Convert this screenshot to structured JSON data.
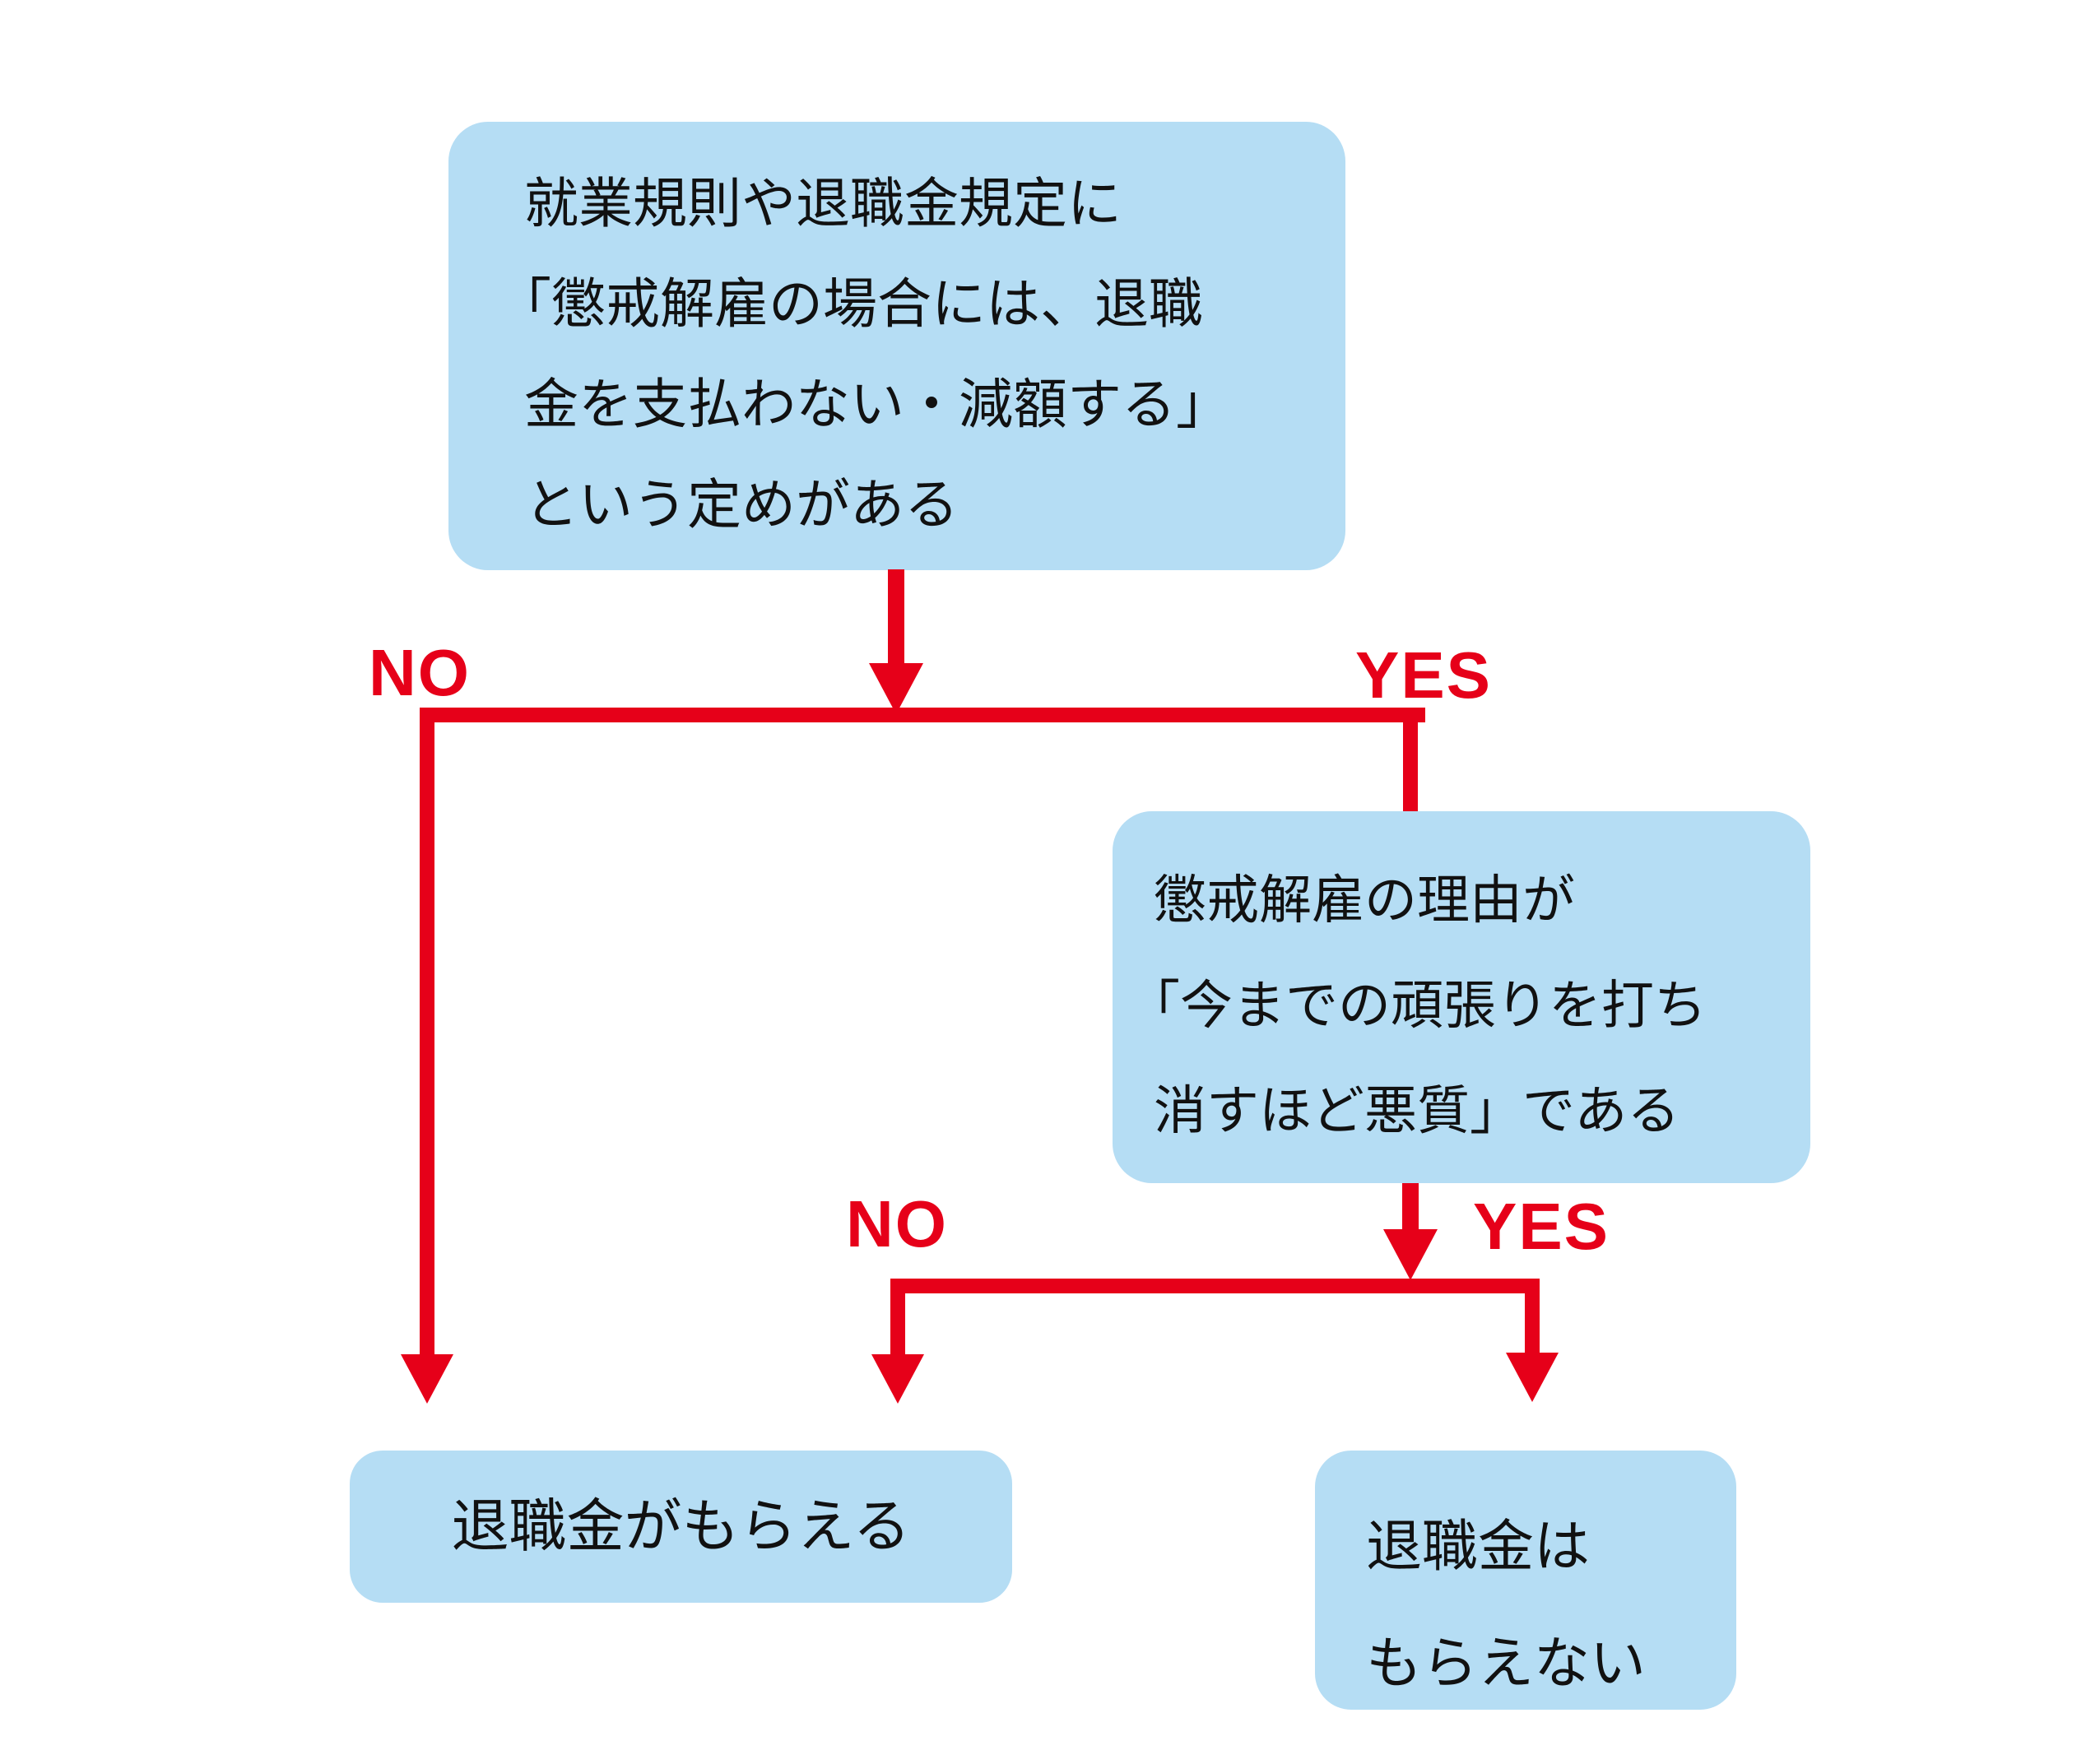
{
  "diagram": {
    "title_hint": "retirement-allowance-flowchart",
    "colors": {
      "box_fill": "#b5ddf4",
      "red": "#e60019",
      "ink": "#111111"
    },
    "nodes": {
      "q1": {
        "lines": [
          "就業規則や退職金規定に",
          "「懲戒解雇の場合には、退職",
          "金を支払わない・減額する」",
          "という定めがある"
        ]
      },
      "q2": {
        "lines": [
          "懲戒解雇の理由が",
          "「今までの頑張りを打ち",
          "消すほど悪質」である"
        ]
      },
      "result_receive": {
        "lines": [
          "退職金がもらえる"
        ]
      },
      "result_not_receive": {
        "lines": [
          "退職金は",
          "もらえない"
        ]
      }
    },
    "labels": {
      "no1": "NO",
      "yes1": "YES",
      "no2": "NO",
      "yes2": "YES"
    }
  }
}
